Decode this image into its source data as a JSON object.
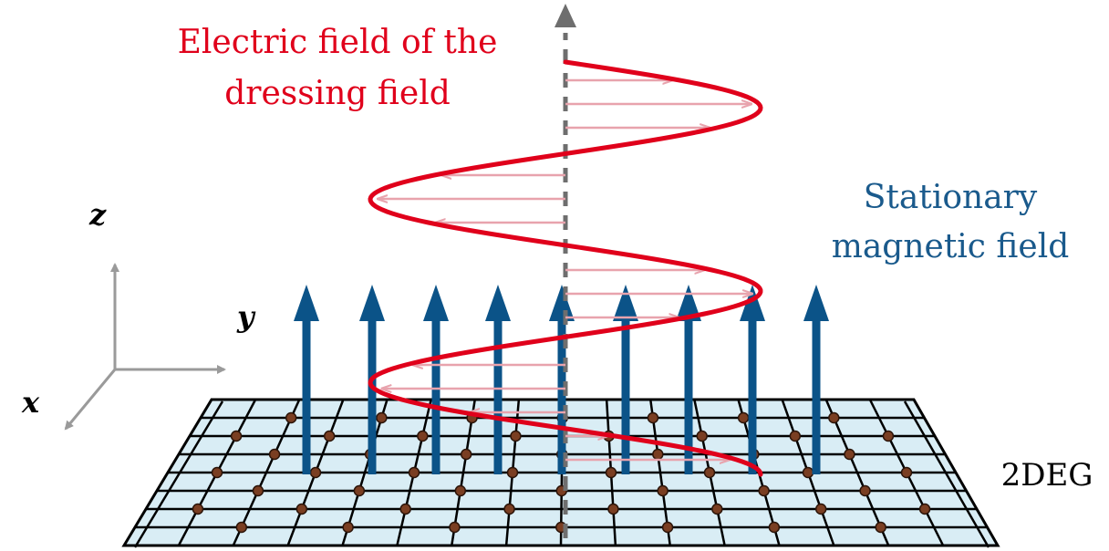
{
  "labels": {
    "electric_line1": "Electric field of the",
    "electric_line2": "dressing field",
    "magnetic_line1": "Stationary",
    "magnetic_line2": "magnetic field",
    "deg": "2DEG"
  },
  "axes": {
    "z": "z",
    "y": "y",
    "x": "x"
  },
  "colors": {
    "electric": "#e0001b",
    "electric_arrows": "#e8a3ad",
    "magnetic": "#0b5388",
    "magnetic_text": "#1a5a8c",
    "grid_fill": "#d9edf5",
    "node": "#7a3e22",
    "axis_gray": "#9a9a9a",
    "center_axis": "#6e6e6e"
  }
}
